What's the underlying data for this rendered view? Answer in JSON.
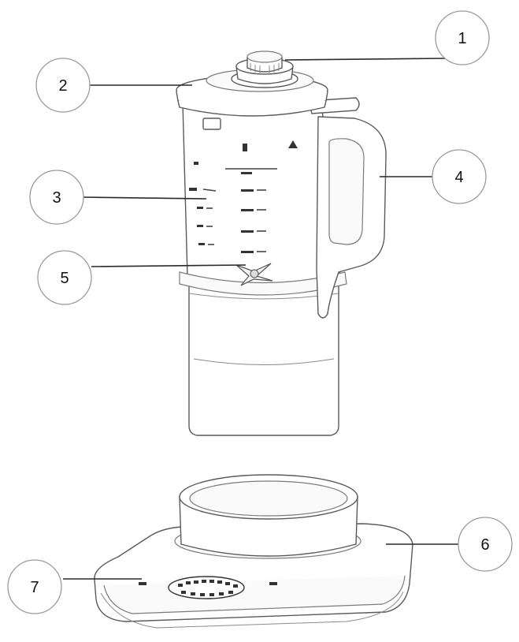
{
  "callouts": [
    {
      "id": "1",
      "label": "1"
    },
    {
      "id": "2",
      "label": "2"
    },
    {
      "id": "3",
      "label": "3"
    },
    {
      "id": "4",
      "label": "4"
    },
    {
      "id": "5",
      "label": "5"
    },
    {
      "id": "6",
      "label": "6"
    },
    {
      "id": "7",
      "label": "7"
    }
  ],
  "colors": {
    "outline": "#5a5a5a",
    "callout_ring": "#9a9a9a",
    "leader": "#2a2a2a"
  }
}
